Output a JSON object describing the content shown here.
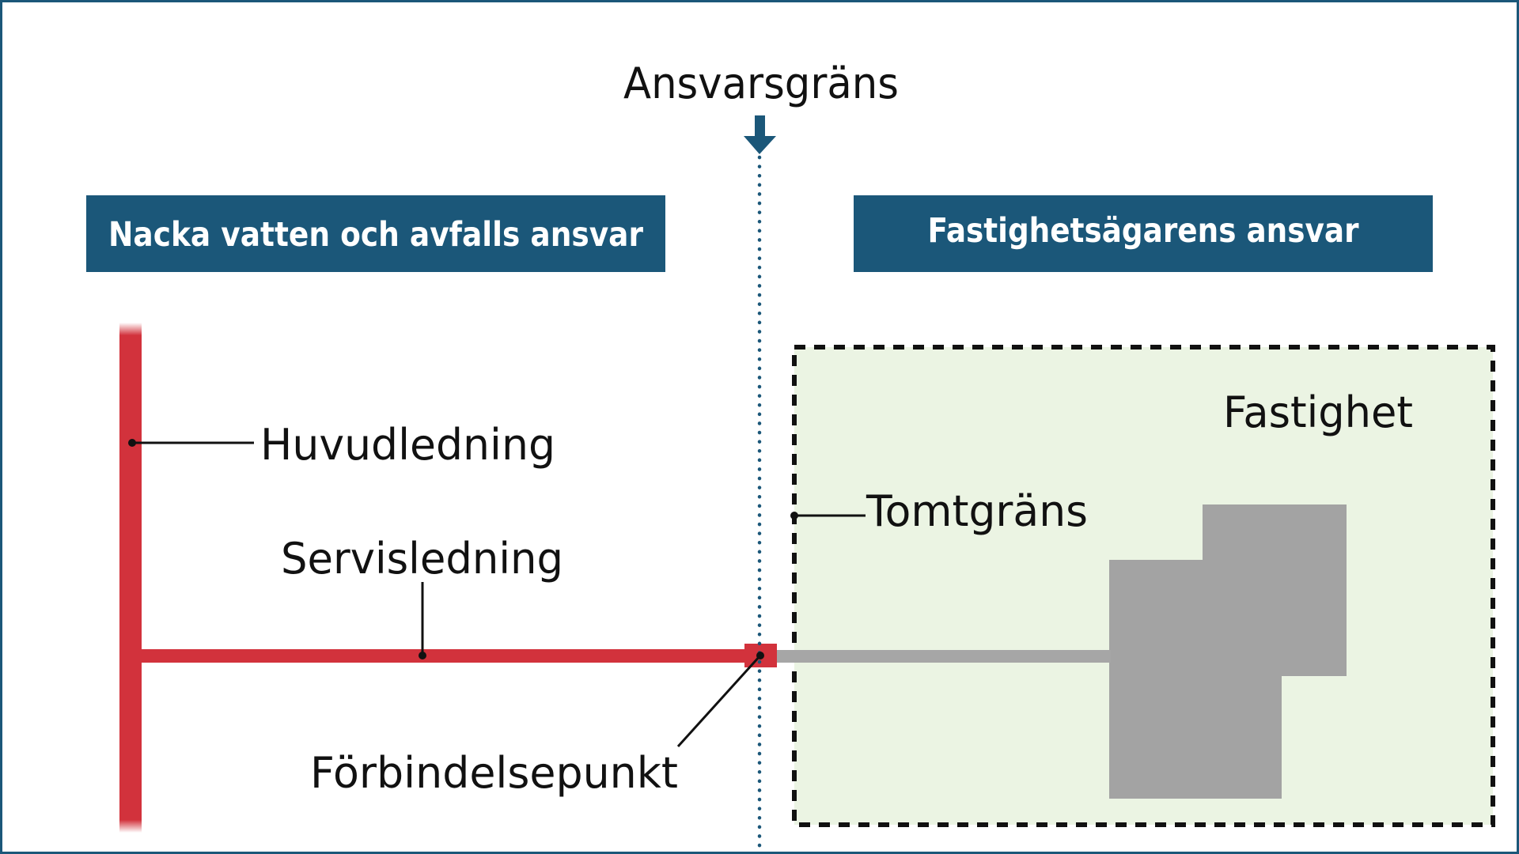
{
  "diagram": {
    "boundary_label": "Ansvarsgräns",
    "left_header": "Nacka vatten och avfalls ansvar",
    "right_header": "Fastighetsägarens ansvar",
    "property_label": "Fastighet",
    "plot_boundary_label": "Tomtgräns",
    "main_line_label": "Huvudledning",
    "service_line_label": "Servisledning",
    "connection_point_label": "Förbindelsepunkt"
  },
  "colors": {
    "header_fill": "#1b5779",
    "pipe_red": "#d2323c",
    "pipe_gray": "#a6a6a6",
    "building_gray": "#a3a3a3",
    "property_fill": "#ebf4e3",
    "boundary_line": "#1b5779",
    "frame": "#1b5779"
  }
}
